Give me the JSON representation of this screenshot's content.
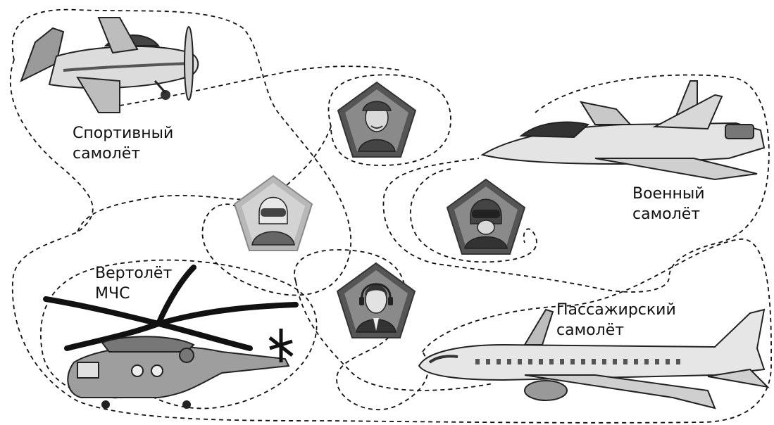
{
  "labels": {
    "sport_line1": "Спортивный",
    "sport_line2": "самолёт",
    "military_line1": "Военный",
    "military_line2": "самолёт",
    "heli_line1": "Вертолёт",
    "heli_line2": "МЧС",
    "passenger_line1": "Пассажирский",
    "passenger_line2": "самолёт"
  },
  "icons": {
    "sport_plane": "sport-plane-icon",
    "fighter_jet": "fighter-jet-icon",
    "helicopter": "rescue-helicopter-icon",
    "airliner": "passenger-airliner-icon",
    "pilot_cap": "pilot-with-cap-avatar",
    "pilot_helmet_goggles": "pilot-with-goggles-helmet-avatar",
    "pilot_fighter_helmet": "fighter-pilot-helmet-avatar",
    "pilot_headset": "airline-pilot-headset-avatar"
  },
  "colors": {
    "ink": "#111111",
    "badge_dark": "#555555",
    "badge_light": "#b8b8b8"
  }
}
